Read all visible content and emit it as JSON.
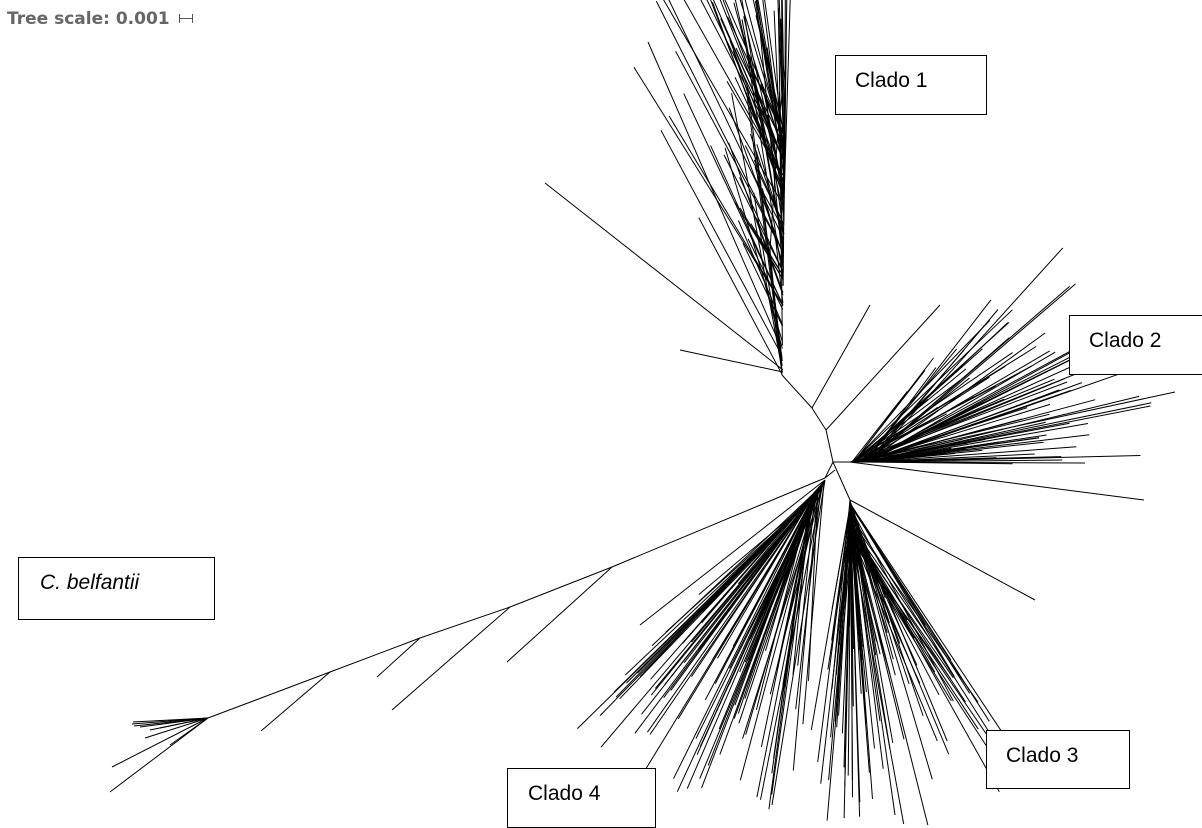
{
  "scale": {
    "label": "Tree scale: 0.001"
  },
  "clades": {
    "clado1": "Clado 1",
    "clado2": "Clado 2",
    "clado3": "Clado 3",
    "clado4": "Clado 4",
    "belfantii": "C. belfantii"
  },
  "tree": {
    "line_color": "#000000"
  }
}
